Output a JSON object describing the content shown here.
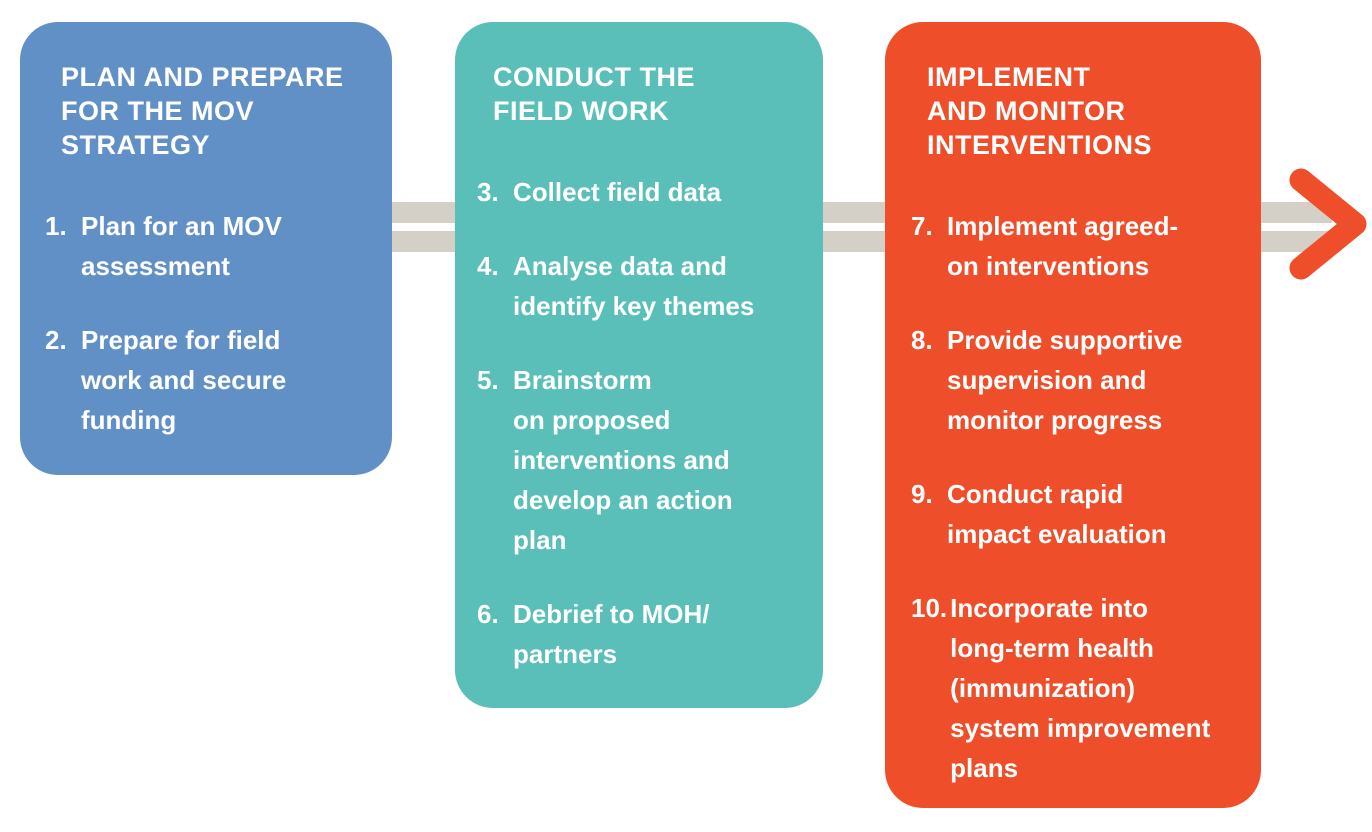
{
  "figure": {
    "background_color": "#ffffff",
    "connector_color": "#d4d0c8",
    "arrow_color": "#ef4e2b",
    "text_color": "#ffffff"
  },
  "panels": [
    {
      "name": "plan-and-prepare",
      "color": "#6190c6",
      "title": "PLAN AND PREPARE\nFOR THE MOV\nSTRATEGY",
      "items": [
        {
          "number": "1.",
          "text": "Plan for an MOV\nassessment"
        },
        {
          "number": "2.",
          "text": "Prepare for field\nwork and secure\nfunding"
        }
      ]
    },
    {
      "name": "conduct-the-field-work",
      "color": "#5abfb8",
      "title": "CONDUCT THE\nFIELD WORK",
      "items": [
        {
          "number": "3.",
          "text": "Collect field data"
        },
        {
          "number": "4.",
          "text": "Analyse data and\nidentify key themes"
        },
        {
          "number": "5.",
          "text": "Brainstorm\non proposed\ninterventions  and\ndevelop an action\nplan"
        },
        {
          "number": "6.",
          "text": "Debrief to MOH/\npartners"
        }
      ]
    },
    {
      "name": "implement-and-monitor",
      "color": "#ef4e2b",
      "title": "IMPLEMENT\nAND MONITOR\nINTERVENTIONS",
      "items": [
        {
          "number": "7.",
          "text": "Implement agreed-\non interventions"
        },
        {
          "number": "8.",
          "text": "Provide supportive\nsupervision and\nmonitor progress"
        },
        {
          "number": "9.",
          "text": "Conduct rapid\nimpact evaluation"
        },
        {
          "number": "10.",
          "text": "Incorporate into\nlong-term  health\n(immunization)\nsystem improvement\nplans"
        }
      ]
    }
  ]
}
